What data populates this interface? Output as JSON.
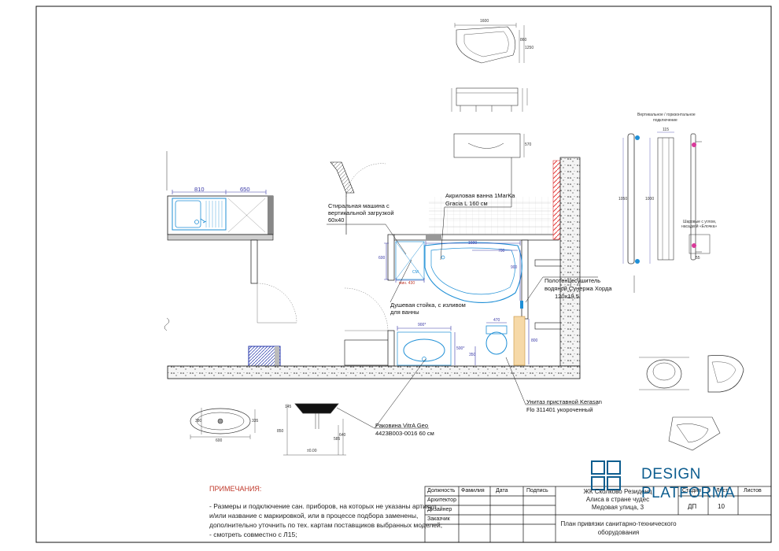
{
  "callouts": {
    "bathtub": [
      "Акриловая ванна 1MarKa",
      "Gracia L 160 см"
    ],
    "washer": [
      "Стиральная машина с",
      "вертикальной загрузкой",
      "60х40"
    ],
    "shower": [
      "Душевая стойка, с изливом",
      "для ванны"
    ],
    "towel": [
      "Полотенцесушитель",
      "водяной Сунержа Хорда",
      "120х19,5"
    ],
    "toilet": [
      "Унитаз приставной Kerasan",
      "Flo 311401 укороченный"
    ],
    "sink": [
      "Раковина VitrA Geo",
      "4423B003-0016 60 см"
    ],
    "towel_detail": [
      "Вертикальное / горизонтальное",
      "подключение"
    ],
    "towel_detail_small": [
      "Шаровые с углом,",
      "насадкой «Елочка»"
    ]
  },
  "dims": {
    "kitchen_w1": "810",
    "kitchen_w2": "650",
    "tub_len": "1600",
    "tub_700": "700",
    "tub_900": "900",
    "tub_600": "600",
    "tub_430": "мин. 430",
    "sink_900": "900*",
    "sink_500": "500*",
    "toilet_470": "470",
    "toilet_800": "800",
    "toilet_350": "350",
    "cm_mark": "CM",
    "b1_top": "1600",
    "b1_right1": "860",
    "b1_right2": "1250",
    "b2_right": "570",
    "tr_1050": "1050",
    "tr_1000": "1000",
    "tr_115": "115",
    "tr_55": "55",
    "s_600": "600",
    "s_380": "380",
    "s_335": "335",
    "sv_850": "850",
    "sv_585": "585",
    "sv_640": "640",
    "sv_145": "145",
    "sv_fl": "±0.00"
  },
  "notes": {
    "title": "ПРИМЕЧАНИЯ:",
    "lines": [
      "- Размеры и подключение сан. приборов, на которых не указаны артикул",
      "и/или название с маркировкой, или в процессе подбора заменены,",
      "дополнительно уточнить по тех. картам поставщиков выбранных моделей;",
      "- смотреть совместно с Л15;"
    ]
  },
  "stamp": {
    "headers": [
      "Должность",
      "Фамилия",
      "Дата",
      "Подпись"
    ],
    "roles": [
      "Архитектор",
      "Дизайнер",
      "Заказчик"
    ],
    "project": [
      "ЖК Сколково Резиденц",
      "Алиса в стране чудес",
      "Медовая улица, 3"
    ],
    "stage_h": "Стадия",
    "sheet_h": "Лист",
    "sheets_h": "Листов",
    "stage": "ДП",
    "sheet": "10",
    "title": [
      "План привязки санитарно-технического",
      "оборудования"
    ]
  },
  "logo": {
    "line1": "DESIGN",
    "line2": "PLATFORMA",
    "color": "#0d5d8f"
  },
  "colors": {
    "ink": "#111111",
    "fixture": "#1f8fd6",
    "wall_hatch": "#e33a3a",
    "dim": "#3a3aa8",
    "accent": "#c0392b"
  }
}
